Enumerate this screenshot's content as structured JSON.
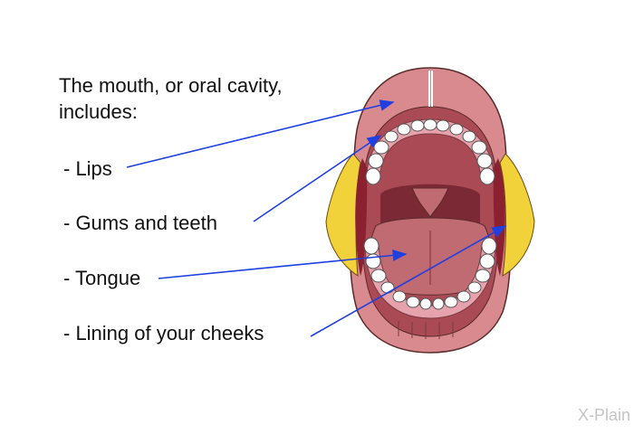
{
  "heading": "The mouth, or oral cavity, includes:",
  "items": [
    {
      "label": "- Lips"
    },
    {
      "label": "- Gums and teeth"
    },
    {
      "label": "- Tongue"
    },
    {
      "label": "- Lining of your cheeks"
    }
  ],
  "logo": "X-Plain",
  "colors": {
    "lips": "#d98a8f",
    "mouth_interior": "#a94a55",
    "throat": "#7b2a35",
    "tongue": "#c06a72",
    "gums": "#e7a3ad",
    "teeth": "#ffffff",
    "cheek_fat": "#f1d23a",
    "arrow": "#1f3fe0"
  },
  "icons": [
    "mouth-illustration",
    "x-plain-logo"
  ]
}
